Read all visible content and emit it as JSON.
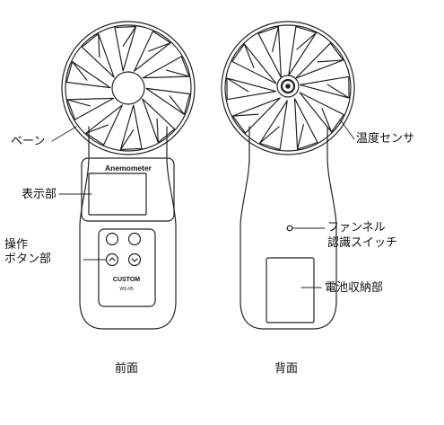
{
  "front": {
    "caption": "前面",
    "brand": "CUSTOM",
    "model": "WS-05",
    "device_title": "Anemometer",
    "labels": {
      "vane": "ベーン",
      "display": "表示部",
      "buttons_line1": "操作",
      "buttons_line2": "ボタン部"
    }
  },
  "back": {
    "caption": "背面",
    "labels": {
      "temp_sensor": "温度センサ",
      "fan_line1": "ファンネル",
      "fan_line2": "認識スイッチ",
      "battery": "電池収納部"
    }
  },
  "colors": {
    "stroke": "#222222",
    "fill": "#ffffff"
  }
}
